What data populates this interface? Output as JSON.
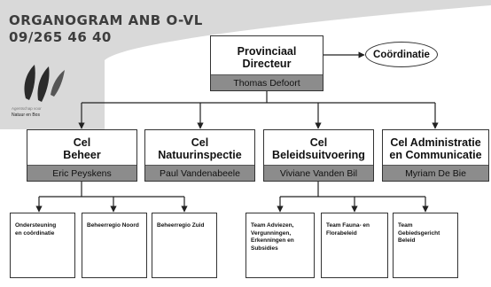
{
  "title": {
    "line1": "ORGANOGRAM ANB O-VL",
    "line2": "09/265 46 40"
  },
  "logo": {
    "icon": "leaf-logo-icon",
    "text_top": "Agentschap voor",
    "text_bottom": "Natuur en Bos"
  },
  "director": {
    "title": "Provinciaal\nDirecteur",
    "name": "Thomas Defoort"
  },
  "coordination": {
    "label": "Coördinatie"
  },
  "cells": [
    {
      "title": "Cel\nBeheer",
      "name": "Eric Peyskens"
    },
    {
      "title": "Cel\nNatuurinspectie",
      "name": "Paul Vandenabeele"
    },
    {
      "title": "Cel\nBeleidsuitvoering",
      "name": "Viviane Vanden Bil"
    },
    {
      "title": "Cel Administratie\nen Communicatie",
      "name": "Myriam De Bie"
    }
  ],
  "teams": [
    "Ondersteuning\nen coördinatie",
    "Beheerregio Noord",
    "Beheerregio Zuid",
    "Team Adviezen,\nVergunningen,\nErkenningen en\nSubsidies",
    "Team Fauna- en\nFlorabeleid",
    "Team\nGebiedsgericht\nBeleid"
  ],
  "colors": {
    "name_bar": "#8c8c8c",
    "background_shape": "#d9d9d9",
    "line": "#222222"
  }
}
